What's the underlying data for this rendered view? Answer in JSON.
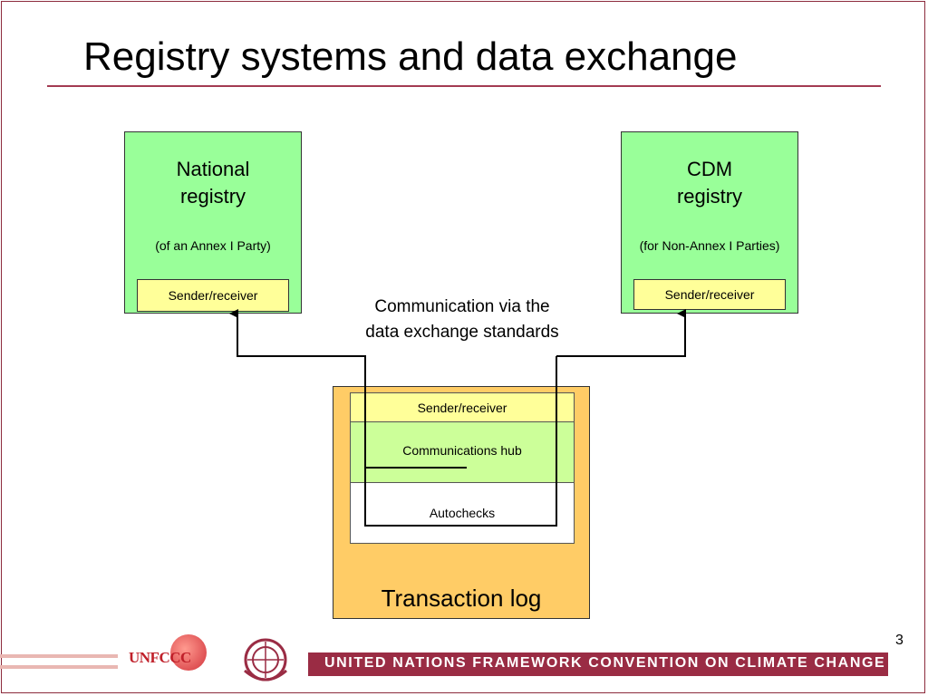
{
  "slide": {
    "title": "Registry systems and data exchange",
    "page_number": "3"
  },
  "national_registry": {
    "title_line1": "National",
    "title_line2": "registry",
    "subtitle": "(of an Annex I Party)",
    "sender_receiver": "Sender/receiver"
  },
  "cdm_registry": {
    "title_line1": "CDM",
    "title_line2": "registry",
    "subtitle": "(for Non-Annex I Parties)",
    "sender_receiver": "Sender/receiver"
  },
  "caption": {
    "line1": "Communication via the",
    "line2": "data exchange standards"
  },
  "transaction_log": {
    "label": "Transaction log",
    "sender_receiver": "Sender/receiver",
    "hub": "Communications hub",
    "autochecks": "Autochecks"
  },
  "footer": {
    "text": "UNITED NATIONS FRAMEWORK CONVENTION ON CLIMATE CHANGE",
    "logo_text": "UNFCCC"
  },
  "colors": {
    "registry_fill": "#99ff99",
    "sender_receiver_fill": "#ffff99",
    "hub_fill": "#ccff99",
    "transaction_log_fill": "#ffcc66",
    "accent": "#9a2c44"
  }
}
